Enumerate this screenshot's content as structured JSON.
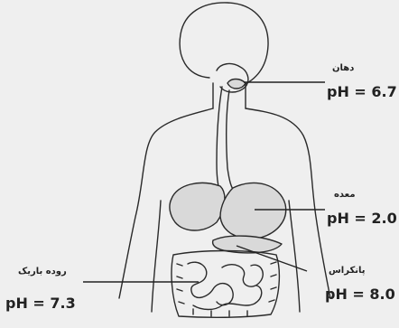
{
  "labels": {
    "mouth": {
      "name": "دهان",
      "ph": "pH = 6.7"
    },
    "stomach": {
      "name": "معده",
      "ph": "pH = 2.0"
    },
    "pancreas": {
      "name": "پانکراس",
      "ph": "pH = 8.0"
    },
    "small_intestine": {
      "name": "روده باریک",
      "ph": "pH = 7.3"
    }
  },
  "colors": {
    "background": "#efefef",
    "outline": "#2a2a2a",
    "organ_fill": "#d9d9d9",
    "text": "#222222"
  }
}
